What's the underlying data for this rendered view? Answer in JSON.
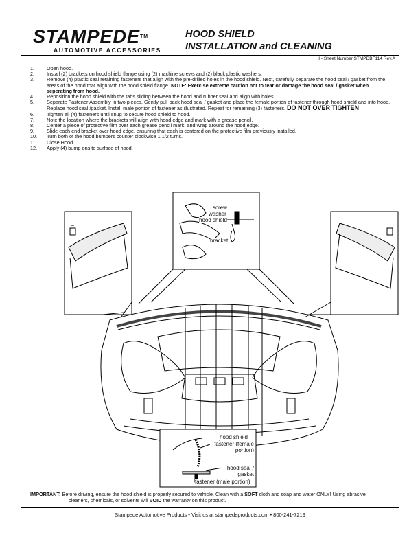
{
  "header": {
    "brand_name": "STAMPEDE",
    "brand_trademark": "TM",
    "brand_tagline": "AUTOMOTIVE ACCESSORIES",
    "title_line1": "HOOD SHIELD",
    "title_line2": "INSTALLATION and CLEANING",
    "sheet_number": "I - Sheet Number STMPDBF114 Rev.A"
  },
  "steps": [
    {
      "num": "1.",
      "text": "Open hood."
    },
    {
      "num": "2.",
      "text": "Install (2) brackets on hood shield flange using (2) machine screws and (2) black plastic washers."
    },
    {
      "num": "3.",
      "text": "Remove (4) plastic seal retaining fasteners that align with the pre-drilled holes in the hood shield. Next, carefully separate the hood seal / gasket from the areas of the hood that align with the hood shield flange. ",
      "note": "NOTE: Exercise extreme caution not to tear or damage the hood seal / gasket when seperating from hood."
    },
    {
      "num": "4.",
      "text": "Reposition the hood shield with the tabs sliding between the hood and rubber seal and align with holes."
    },
    {
      "num": "5.",
      "text": "Separate Fastener Assembly in two pieces. Gently pull back hood seal / gasket and place the female portion of fastener through hood shield and into hood. Replace hood seal /gasket. Install male portion of fastener as illustrated. Repeat for remaining (3) fasteners. ",
      "note": "DO NOT OVER TIGHTEN"
    },
    {
      "num": "6.",
      "text": "Tighten all (4) fasteners until snug to secure hood shield to hood."
    },
    {
      "num": "7.",
      "text": "Note the location where the brackets will align with hood edge and mark with a grease pencil."
    },
    {
      "num": "8.",
      "text": "Center a piece of protective film over each grease pencil mark, and wrap around the hood edge."
    },
    {
      "num": "9.",
      "text": "Slide each end bracket over hood edge, ensuring that each is centered on the protective film previously installed."
    },
    {
      "num": "10.",
      "text": "Turn both of the hood bumpers counter clockwise 1 1/2 turns."
    },
    {
      "num": "11.",
      "text": "Close Hood."
    },
    {
      "num": "12.",
      "text": "Apply (4) bump ons to surface of hood."
    }
  ],
  "labels": {
    "screw": "screw",
    "washer": "washer",
    "hood_shield_top": "hood shield",
    "bracket": "bracket",
    "hood_shield_bottom": "hood shield",
    "fastener_female": "fastener (female portion)",
    "hood_seal": "hood seal / gasket",
    "fastener_male": "fastener (male portion)"
  },
  "important": {
    "label": "IMPORTANT:",
    "text1": " Before driving, ensure the hood shield is properly secured to vehicle. Clean with a ",
    "soft": "SOFT",
    "text2": " cloth and soap and water ONLY! Using abrasive",
    "text3": "cleaners, chemicals, or solvents will ",
    "void": "VOID",
    "text4": " the warranty on this product."
  },
  "footer": "Stampede Automotive Products • Visit us at stampedeproducts.com • 800-241-7219"
}
